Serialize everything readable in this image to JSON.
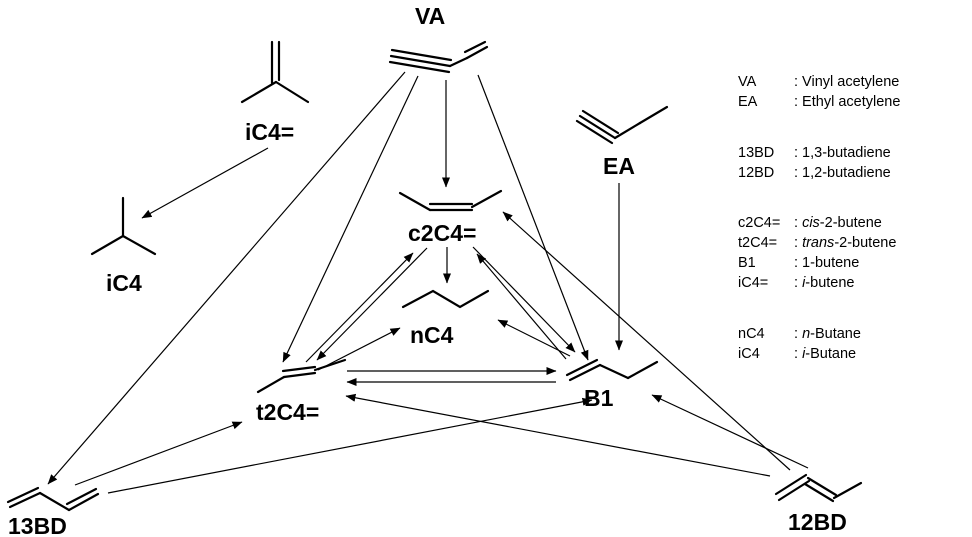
{
  "nodes": {
    "VA": "VA",
    "EA": "EA",
    "iC4e": "iC4=",
    "iC4": "iC4",
    "c2C4e": "c2C4=",
    "nC4": "nC4",
    "t2C4e": "t2C4=",
    "B1": "B1",
    "BD13": "13BD",
    "BD12": "12BD"
  },
  "legend": [
    {
      "abbr": "VA",
      "pre": ": Vinyl acetylene",
      "em": "",
      "post": ""
    },
    {
      "abbr": "EA",
      "pre": ": Ethyl acetylene",
      "em": "",
      "post": ""
    },
    {
      "abbr": "13BD",
      "pre": ": 1,3-butadiene",
      "em": "",
      "post": ""
    },
    {
      "abbr": "12BD",
      "pre": ": 1,2-butadiene",
      "em": "",
      "post": ""
    },
    {
      "abbr": "c2C4=",
      "pre": ": ",
      "em": "cis",
      "post": "-2-butene"
    },
    {
      "abbr": "t2C4=",
      "pre": ": ",
      "em": "trans",
      "post": "-2-butene"
    },
    {
      "abbr": "B1",
      "pre": ": 1-butene",
      "em": "",
      "post": ""
    },
    {
      "abbr": "iC4=",
      "pre": ": ",
      "em": "i",
      "post": "-butene"
    },
    {
      "abbr": "nC4",
      "pre": ": ",
      "em": "n",
      "post": "-Butane"
    },
    {
      "abbr": "iC4",
      "pre": ": ",
      "em": "i",
      "post": "-Butane"
    }
  ],
  "colors": {
    "ink": "#000000",
    "background": "#ffffff"
  }
}
